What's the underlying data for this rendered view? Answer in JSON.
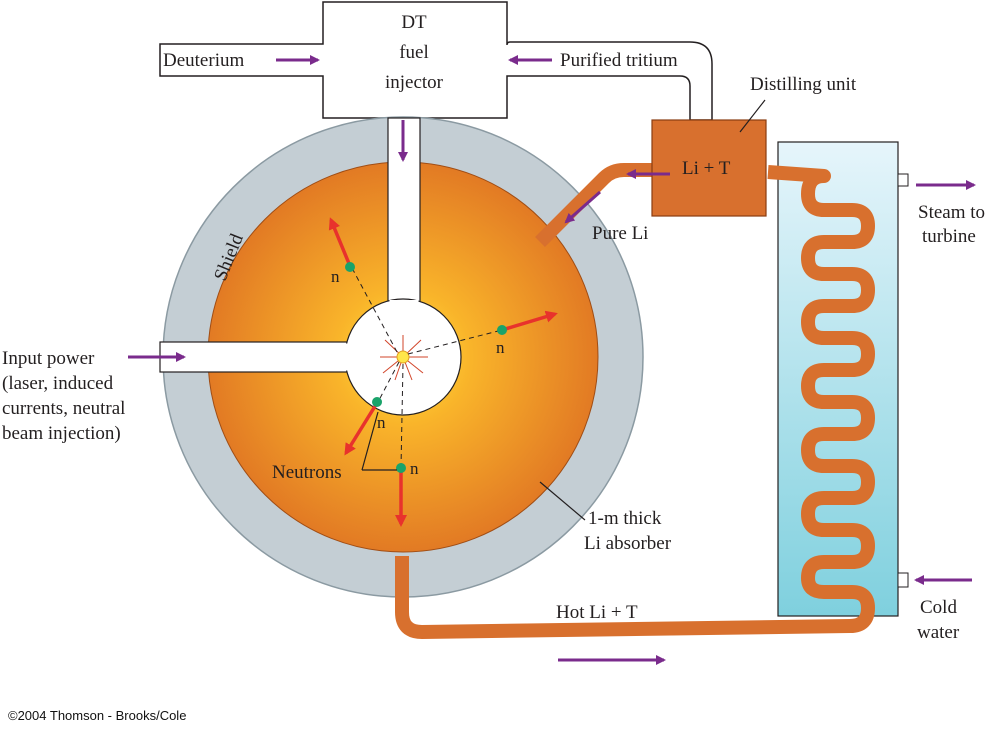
{
  "colors": {
    "shield": "#c4ced4",
    "lithium_pipe": "#d8702e",
    "pipe_edge": "#8a3d12",
    "core_inner": "#ffe03a",
    "core_outer": "#e27a24",
    "water_top": "#e6f5fb",
    "water_bottom": "#7fd0de",
    "flow_arrow": "#7a2b8c",
    "neutron_arrow": "#e8322c",
    "neutron_dot": "#1aa36a"
  },
  "labels": {
    "injector": [
      "DT",
      "fuel",
      "injector"
    ],
    "deuterium": "Deuterium",
    "purified_tritium": "Purified tritium",
    "distilling_unit": "Distilling unit",
    "li_t": "Li + T",
    "pure_li": "Pure Li",
    "steam": [
      "Steam to",
      "turbine"
    ],
    "shield": "Shield",
    "input_power": [
      "Input power",
      "(laser, induced",
      "currents, neutral",
      "beam injection)"
    ],
    "neutrons": "Neutrons",
    "neutron_symbol": "n",
    "absorber": [
      "1-m thick",
      "Li absorber"
    ],
    "hot_li_t": "Hot Li + T",
    "cold_water": [
      "Cold",
      "water"
    ],
    "copyright": "©2004 Thomson - Brooks/Cole"
  }
}
